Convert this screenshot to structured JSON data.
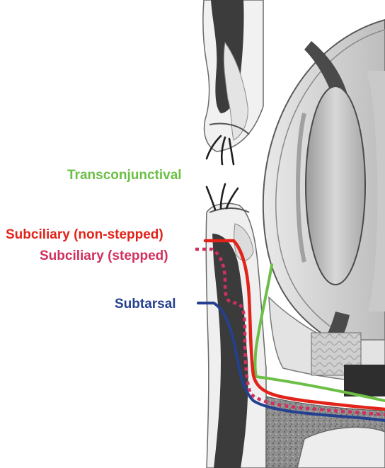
{
  "labels": {
    "transconjunctival": "Transconjunctival",
    "subciliary_non_stepped": "Subciliary (non-stepped)",
    "subciliary_stepped": "Subciliary (stepped)",
    "subtarsal": "Subtarsal"
  },
  "colors": {
    "transconjunctival": "#6cbf46",
    "subciliary_non_stepped": "#e2231a",
    "subciliary_stepped": "#d1305f",
    "subtarsal": "#24408f",
    "tissue_dark": "#3a3a3a",
    "tissue_mid": "#9a9a9a",
    "tissue_light": "#e6e6e6"
  },
  "incisions": [
    {
      "id": "transconjunctival",
      "style": "solid"
    },
    {
      "id": "subciliary_non_stepped",
      "style": "solid"
    },
    {
      "id": "subciliary_stepped",
      "style": "dotted"
    },
    {
      "id": "subtarsal",
      "style": "solid"
    }
  ]
}
